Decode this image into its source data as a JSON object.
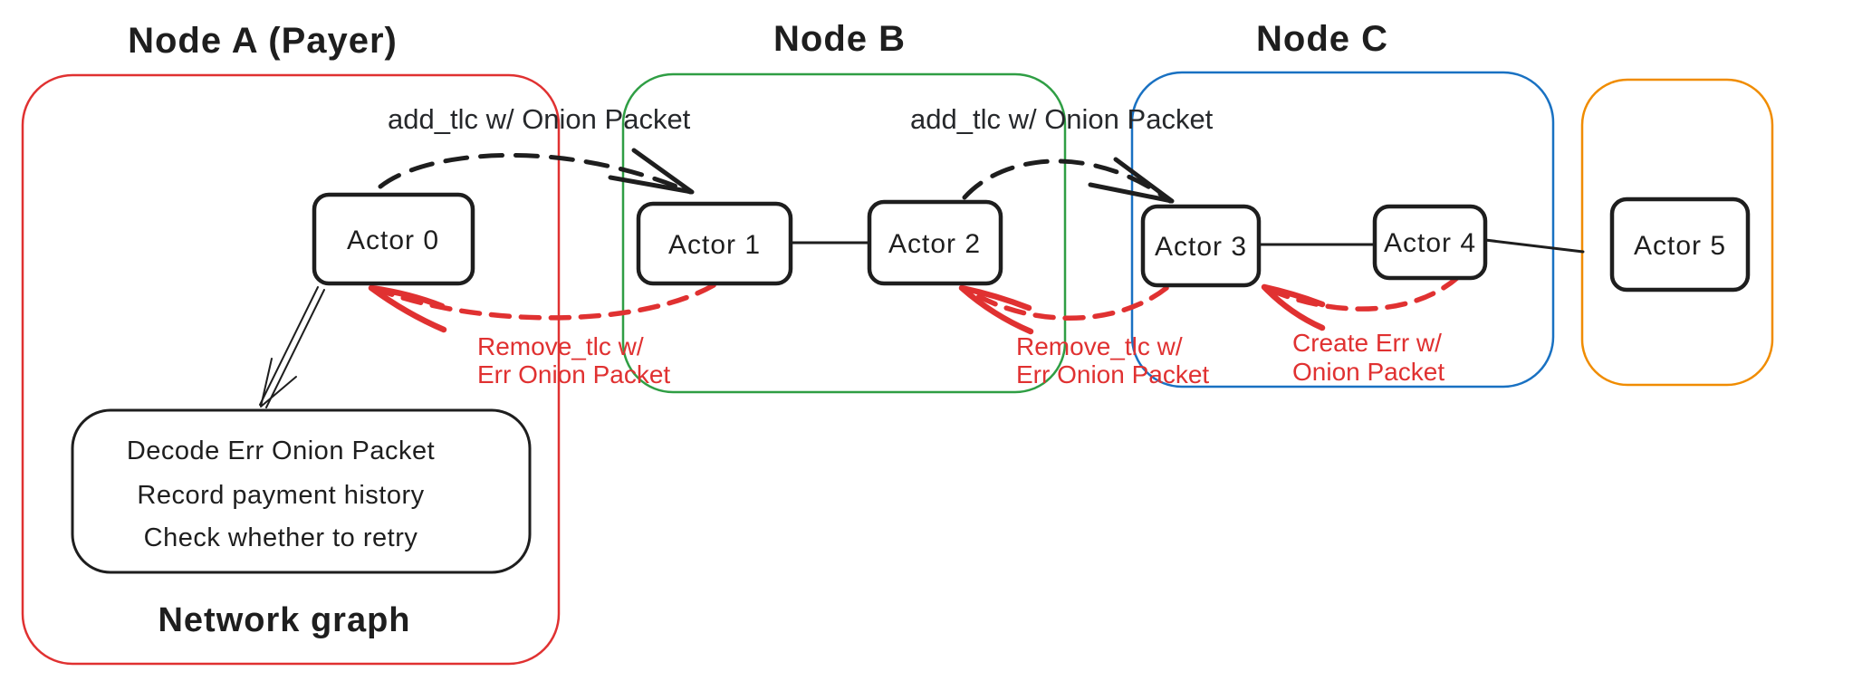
{
  "nodes": {
    "a": {
      "title": "Node A (Payer)"
    },
    "b": {
      "title": "Node B"
    },
    "c": {
      "title": "Node C"
    }
  },
  "actors": [
    {
      "label": "Actor 0"
    },
    {
      "label": "Actor 1"
    },
    {
      "label": "Actor 2"
    },
    {
      "label": "Actor 3"
    },
    {
      "label": "Actor 4"
    },
    {
      "label": "Actor 5"
    }
  ],
  "messages": {
    "add_tlc_ab": {
      "text": "add_tlc w/ Onion Packet"
    },
    "add_tlc_bc": {
      "text": "add_tlc w/ Onion Packet"
    },
    "remove_tlc_ba": {
      "line1": "Remove_tlc w/",
      "line2": "Err Onion Packet"
    },
    "remove_tlc_cb": {
      "line1": "Remove_tlc w/",
      "line2": "Err Onion Packet"
    },
    "create_err": {
      "line1": "Create Err w/",
      "line2": "Onion Packet"
    }
  },
  "process_box": {
    "line1": "Decode Err Onion Packet",
    "line2": "Record payment history",
    "line3": "Check whether to retry"
  },
  "caption": "Network graph",
  "colors": {
    "node_a": "#e03131",
    "node_b": "#2f9e44",
    "node_c": "#1971c2",
    "node_d": "#f08c00",
    "error": "#e03131",
    "ink": "#1e1e1e"
  }
}
